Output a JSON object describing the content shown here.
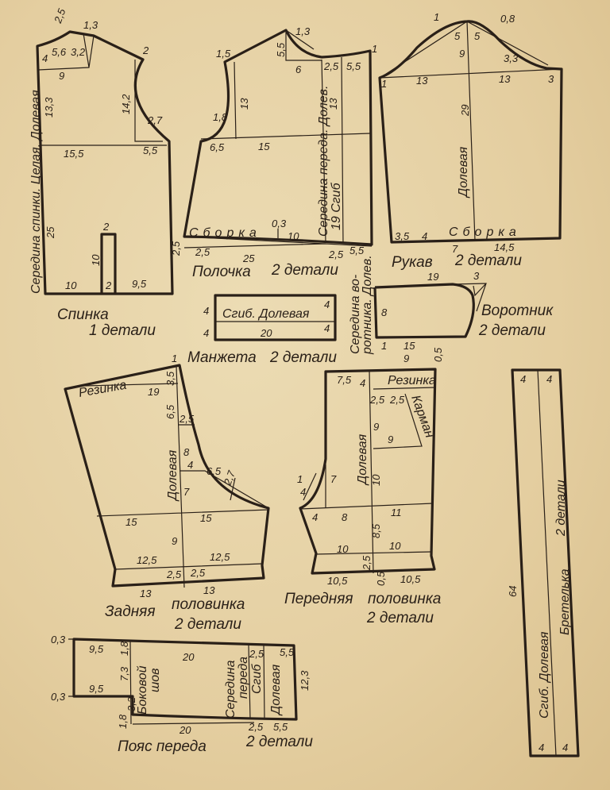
{
  "back": {
    "title": "Спинка",
    "count": "1 детали",
    "side": "Середина спинки. Целая. Долевая",
    "dims": [
      "2,5",
      "1,3",
      "4",
      "5,6",
      "3,2",
      "2",
      "9",
      "13,3",
      "14,2",
      "2,7",
      "15,5",
      "5,5",
      "25",
      "2",
      "10",
      "10",
      "2",
      "9,5",
      "2,5"
    ]
  },
  "front": {
    "title": "Полочка",
    "count": "2 детали",
    "center": "Середина переда. Долев.",
    "fold": "19 Сгиб",
    "gather": "Сборка",
    "dims": [
      "1,5",
      "5,5",
      "1,3",
      "6",
      "2,5",
      "5,5",
      "1",
      "13",
      "1,8",
      "13",
      "6,5",
      "15",
      "0,3",
      "10",
      "2,5",
      "25",
      "2,5",
      "5,5"
    ]
  },
  "sleeve": {
    "title": "Рукав",
    "count": "2 детали",
    "grain": "Долевая",
    "gather": "Сборка",
    "dims": [
      "1",
      "5",
      "5",
      "0,8",
      "9",
      "3,3",
      "1",
      "13",
      "13",
      "3",
      "29",
      "3,5",
      "4",
      "7",
      "14,5"
    ]
  },
  "collar": {
    "title": "Воротник",
    "count": "2 детали",
    "center": [
      "Середина во-",
      "ротника. Долев."
    ],
    "dims": [
      "19",
      "3",
      "8",
      "1",
      "15",
      "9",
      "0,5"
    ]
  },
  "cuff": {
    "title": "Манжета",
    "count": "2 детали",
    "fold": "Сгиб. Долевая",
    "dims": [
      "4",
      "4",
      "4",
      "4",
      "20"
    ]
  },
  "back_half": {
    "title": "Задняя",
    "title2": "половинка",
    "count": "2 детали",
    "elastic": "Резинка",
    "grain": "Долевая",
    "dims": [
      "1",
      "19",
      "3,5",
      "6,5",
      "2,5",
      "8",
      "4",
      "6,5",
      "2,7",
      "7",
      "15",
      "15",
      "9",
      "12,5",
      "12,5",
      "2,5",
      "2,5",
      "13",
      "13"
    ]
  },
  "front_half": {
    "title": "Передняя",
    "title2": "половинка",
    "count": "2 детали",
    "elastic": "Резинка",
    "pocket": "Карман",
    "grain": "Долевая",
    "dims": [
      "7,5",
      "4",
      "2,5",
      "2,5",
      "9",
      "9",
      "10",
      "1",
      "4",
      "7",
      "4",
      "8",
      "11",
      "8,5",
      "10",
      "10",
      "2,5",
      "10,5",
      "0,5",
      "10,5"
    ]
  },
  "strap": {
    "title": "Бретелька",
    "count": "2 детали",
    "fold": "Сгиб. Долевая",
    "dims": [
      "4",
      "4",
      "4",
      "4",
      "64"
    ]
  },
  "belt": {
    "title": "Пояс переда",
    "count": "2 детали",
    "side_seam": [
      "Боковой",
      "шов"
    ],
    "center": [
      "Середина",
      "переда"
    ],
    "fold": "Сгиб",
    "grain": "Долевая",
    "dims": [
      "0,3",
      "0,3",
      "9,5",
      "1,8",
      "20",
      "2,5",
      "5,5",
      "7,3",
      "12,3",
      "9,5",
      "1,8",
      "3,2",
      "20",
      "2,5",
      "5,5"
    ]
  }
}
